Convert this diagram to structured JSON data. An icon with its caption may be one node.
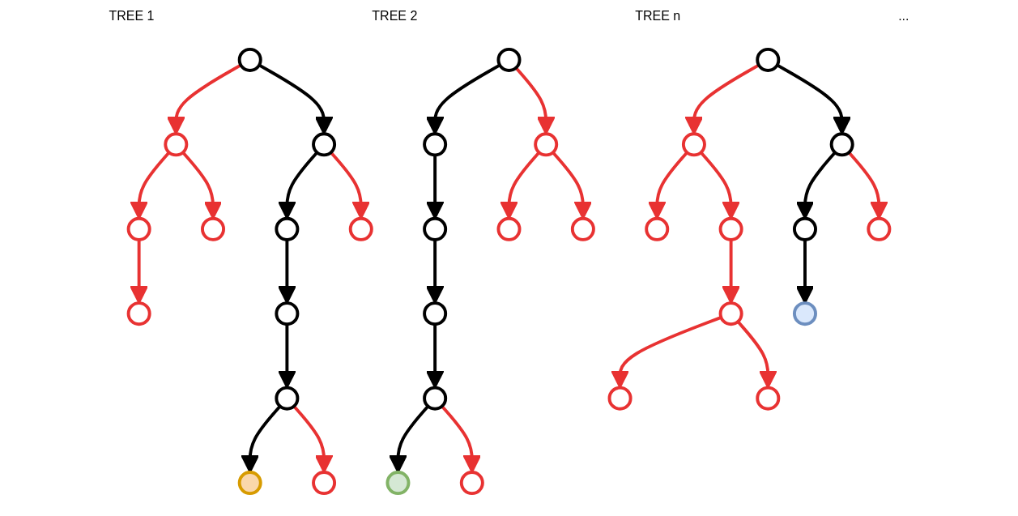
{
  "diagram": {
    "nodes": [
      {
        "text": [],
        "shape": "circle"
      },
      {
        "text": [],
        "shape": "circle"
      },
      {
        "text": [],
        "shape": "circle"
      },
      {
        "text": [],
        "shape": "circle"
      },
      {
        "text": [],
        "shape": "circle"
      },
      {
        "text": [],
        "shape": "circle"
      },
      {
        "text": [],
        "shape": "circle"
      },
      {
        "text": [],
        "shape": "circle"
      },
      {
        "text": [],
        "shape": "circle"
      },
      {
        "text": [],
        "shape": "circle"
      },
      {
        "text": [],
        "shape": "circle"
      },
      {
        "text": [],
        "shape": "circle"
      },
      {
        "text": [],
        "shape": "circle"
      },
      {
        "text": [],
        "shape": "circle"
      },
      {
        "text": [],
        "shape": "circle"
      },
      {
        "text": [],
        "shape": "circle"
      },
      {
        "text": [],
        "shape": "circle"
      },
      {
        "text": [],
        "shape": "circle"
      },
      {
        "text": [],
        "shape": "circle"
      },
      {
        "text": [],
        "shape": "circle"
      },
      {
        "text": [],
        "shape": "circle"
      },
      {
        "text": [],
        "shape": "circle"
      },
      {
        "text": [],
        "shape": "circle"
      },
      {
        "text": [],
        "shape": "circle"
      },
      {
        "text": [],
        "shape": "circle"
      },
      {
        "text": [],
        "shape": "circle"
      },
      {
        "text": [],
        "shape": "circle"
      },
      {
        "text": [],
        "shape": "circle"
      },
      {
        "text": [],
        "shape": "circle"
      },
      {
        "text": [],
        "shape": "circle"
      },
      {
        "text": [],
        "shape": "circle"
      },
      {
        "text": [],
        "shape": "circle"
      },
      {
        "text": [],
        "shape": "circle"
      }
    ],
    "edges": [
      {
        "from": 0,
        "to": 1,
        "arrow": "to"
      },
      {
        "from": 0,
        "to": 2,
        "arrow": "to",
        "color": "#000000"
      },
      {
        "from": 1,
        "to": 3,
        "arrow": "to"
      },
      {
        "from": 1,
        "to": 4,
        "arrow": "to"
      },
      {
        "from": 2,
        "to": 6,
        "arrow": "to",
        "color": "#000000"
      },
      {
        "from": 2,
        "to": 7,
        "arrow": "to"
      },
      {
        "from": 3,
        "to": 5,
        "arrow": "to"
      },
      {
        "from": 6,
        "to": 8,
        "arrow": "to",
        "color": "#000000"
      },
      {
        "from": 8,
        "to": 9,
        "arrow": "to",
        "color": "#000000"
      },
      {
        "from": 9,
        "to": 10,
        "arrow": "to",
        "color": "#000000"
      },
      {
        "from": 9,
        "to": 11,
        "arrow": "to"
      },
      {
        "from": 12,
        "to": 13,
        "arrow": "to",
        "color": "#000000"
      },
      {
        "from": 12,
        "to": 14,
        "arrow": "to"
      },
      {
        "from": 13,
        "to": 15,
        "arrow": "to",
        "color": "#000000"
      },
      {
        "from": 14,
        "to": 16,
        "arrow": "to"
      },
      {
        "from": 14,
        "to": 17,
        "arrow": "to"
      },
      {
        "from": 15,
        "to": 18,
        "arrow": "to",
        "color": "#000000"
      },
      {
        "from": 18,
        "to": 19,
        "arrow": "to",
        "color": "#000000"
      },
      {
        "from": 19,
        "to": 20,
        "arrow": "to",
        "color": "#000000"
      },
      {
        "from": 19,
        "to": 21,
        "arrow": "to"
      },
      {
        "from": 22,
        "to": 23,
        "arrow": "to"
      },
      {
        "from": 22,
        "to": 24,
        "arrow": "to",
        "color": "#000000"
      },
      {
        "from": 23,
        "to": 25,
        "arrow": "to"
      },
      {
        "from": 23,
        "to": 26,
        "arrow": "to"
      },
      {
        "from": 24,
        "to": 27,
        "arrow": "to",
        "color": "#000000"
      },
      {
        "from": 24,
        "to": 28,
        "arrow": "to"
      },
      {
        "from": 26,
        "to": 29,
        "arrow": "to"
      },
      {
        "from": 27,
        "to": 30,
        "arrow": "to",
        "color": "#000000"
      },
      {
        "from": 29,
        "to": 31,
        "arrow": "to"
      },
      {
        "from": 29,
        "to": 32,
        "arrow": "to"
      }
    ],
    "labels": [
      "TREE 1",
      "TREE 2",
      "TREE n",
      "..."
    ]
  }
}
